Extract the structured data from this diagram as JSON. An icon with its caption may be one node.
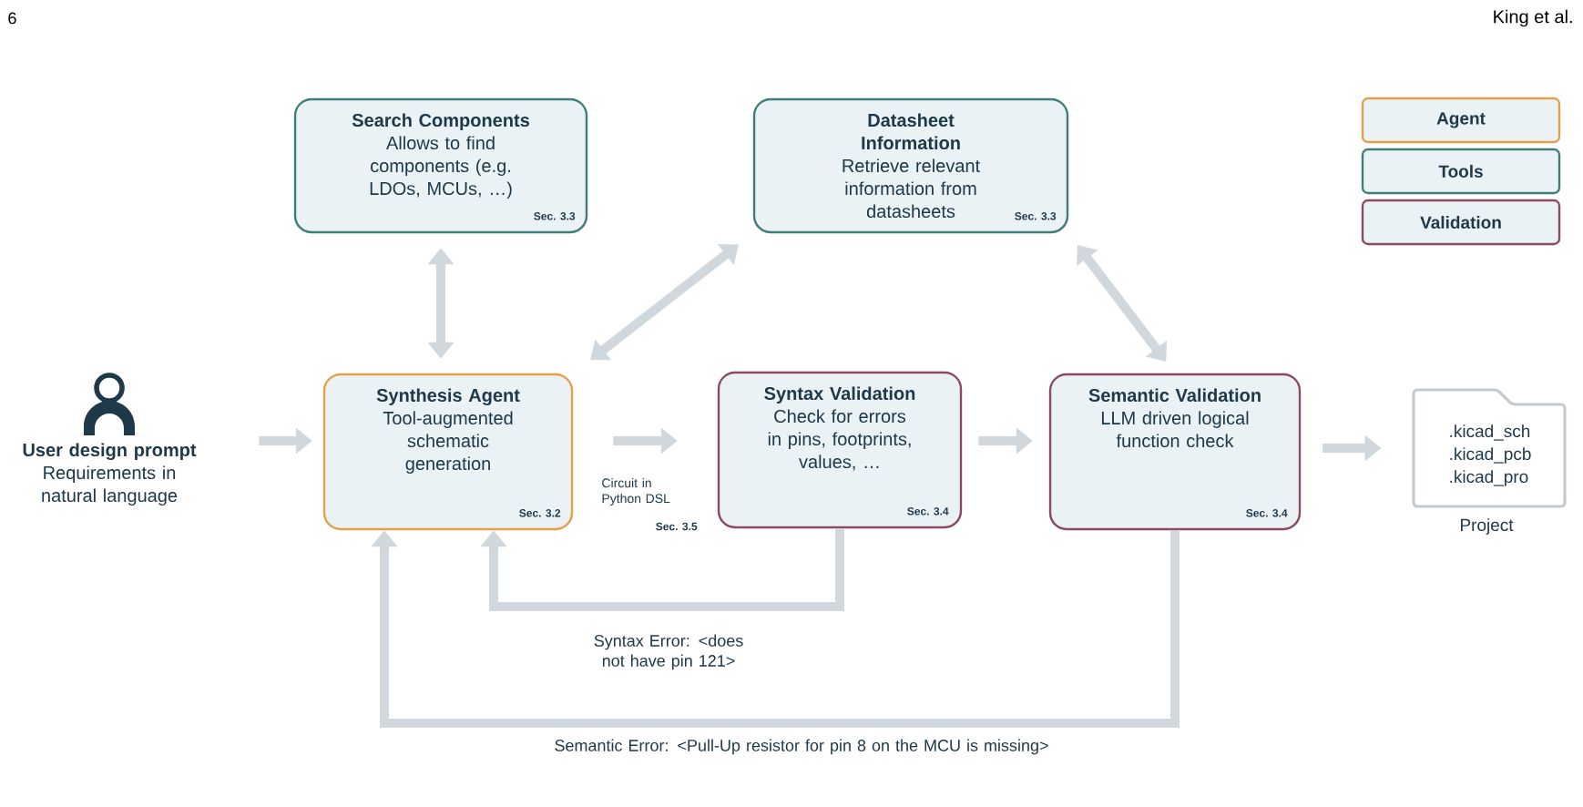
{
  "diagram": {
    "nodes": [
      {
        "text": [
          "Search Components",
          "Allows to find components (e.g. LDOs, MCUs, …)",
          "Sec. 3.3"
        ]
      },
      {
        "text": [
          "Datasheet Information",
          "Retrieve relevant information from datasheets",
          "Sec. 3.3"
        ]
      },
      {
        "text": [
          "User design prompt",
          "Requirements in natural language"
        ]
      },
      {
        "text": [
          "Synthesis Agent",
          "Tool-augmented schematic generation",
          "Sec. 3.2"
        ]
      },
      {
        "text": [
          "Syntax Validation",
          "Check for errors in pins, footprints, values, …",
          "Sec. 3.4"
        ]
      },
      {
        "text": [
          "Semantic Validation",
          "LLM driven logical function check",
          "Sec. 3.4"
        ]
      },
      {
        "text": [
          ".kicad_sch",
          ".kicad_pcb",
          ".kicad_pro"
        ],
        "beside": [
          "Project"
        ]
      }
    ],
    "edges": [
      {
        "from": 2,
        "to": 3,
        "arrow": "to"
      },
      {
        "from": 3,
        "to": 4,
        "arrow": "to",
        "label": "Circuit in Python DSL"
      },
      {
        "from": 4,
        "to": 5,
        "arrow": "to"
      },
      {
        "from": 5,
        "to": 6,
        "arrow": "to"
      },
      {
        "from": 0,
        "to": 3,
        "arrow": "both"
      },
      {
        "from": 3,
        "to": 1,
        "arrow": "both"
      },
      {
        "from": 1,
        "to": 5,
        "arrow": "both"
      },
      {
        "from": 4,
        "to": 3,
        "arrow": "to",
        "label": "Syntax Error: <does not have pin 121>"
      },
      {
        "from": 5,
        "to": 3,
        "arrow": "to",
        "label": "Semantic Error: <Pull-Up resistor for pin 8 on the MCU is missing>"
      }
    ],
    "labels": [
      "6",
      "King et al.",
      "Sec. 3.5"
    ],
    "legend": [
      {
        "text": "Agent",
        "color": "#e6a04a"
      },
      {
        "text": "Tools",
        "color": "#3f7f7a"
      },
      {
        "text": "Validation",
        "color": "#8a4a63"
      }
    ]
  }
}
